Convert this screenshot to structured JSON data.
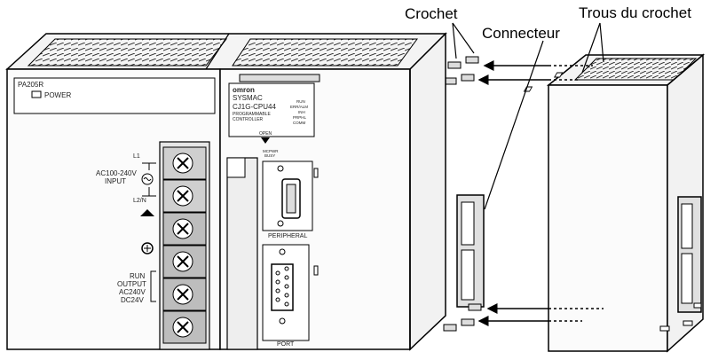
{
  "callouts": {
    "hook": "Crochet",
    "hook_holes": "Trous du crochet",
    "connector": "Connecteur"
  },
  "power_unit": {
    "model": "PA205R",
    "power_indicator": "POWER",
    "ac_input": [
      "AC100-240V",
      "INPUT"
    ],
    "terminals": [
      "L1",
      "L2/N"
    ],
    "run_output": [
      "RUN",
      "OUTPUT",
      "AC240V",
      "DC24V"
    ]
  },
  "cpu_unit": {
    "brand": "omron",
    "series": "SYSMAC",
    "model": "CJ1G-CPU44",
    "description": [
      "PROGRAMMABLE",
      "CONTROLLER"
    ],
    "indicators": [
      "RUN",
      "ERR/ALM",
      "INH",
      "PRPHL",
      "COMM"
    ],
    "open_label": "OPEN",
    "mcpwr": [
      "MCPWR",
      "BUSY"
    ],
    "peripheral_label": "PERIPHERAL",
    "port_label": "PORT"
  }
}
